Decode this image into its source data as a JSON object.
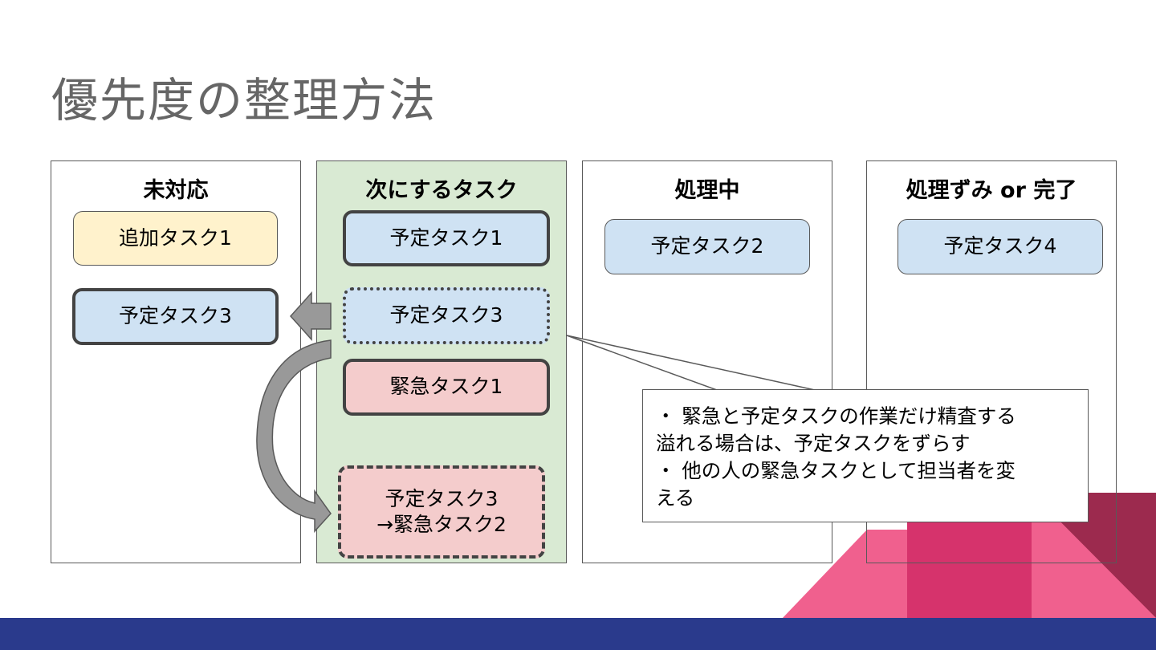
{
  "slide": {
    "title": "優先度の整理方法"
  },
  "colors": {
    "title_text": "#666666",
    "next_column_bg": "#d9ead3",
    "card_blue": "#cfe2f3",
    "card_yellow": "#fff2cc",
    "card_red": "#f4cccc",
    "bottom_band": "#2a3a8c",
    "deco_pink": "#f0608e",
    "deco_magenta": "#d6336c",
    "deco_maroon": "#9c2a4e",
    "arrow_fill": "#999999"
  },
  "columns": {
    "todo": {
      "header": "未対応",
      "cards": [
        "追加タスク1",
        "予定タスク3"
      ]
    },
    "next": {
      "header": "次にするタスク",
      "cards": [
        "予定タスク1",
        "予定タスク3",
        "緊急タスク1",
        "予定タスク3",
        "→緊急タスク2"
      ]
    },
    "doing": {
      "header": "処理中",
      "cards": [
        "予定タスク2"
      ]
    },
    "done": {
      "header": "処理ずみ or 完了",
      "cards": [
        "予定タスク4"
      ]
    }
  },
  "callout": {
    "lines": [
      "・ 緊急と予定タスクの作業だけ精査する",
      "溢れる場合は、予定タスクをずらす",
      "・ 他の人の緊急タスクとして担当者を変",
      "える"
    ]
  },
  "icons": [
    "left-arrow-icon",
    "curved-down-arrow-icon"
  ]
}
